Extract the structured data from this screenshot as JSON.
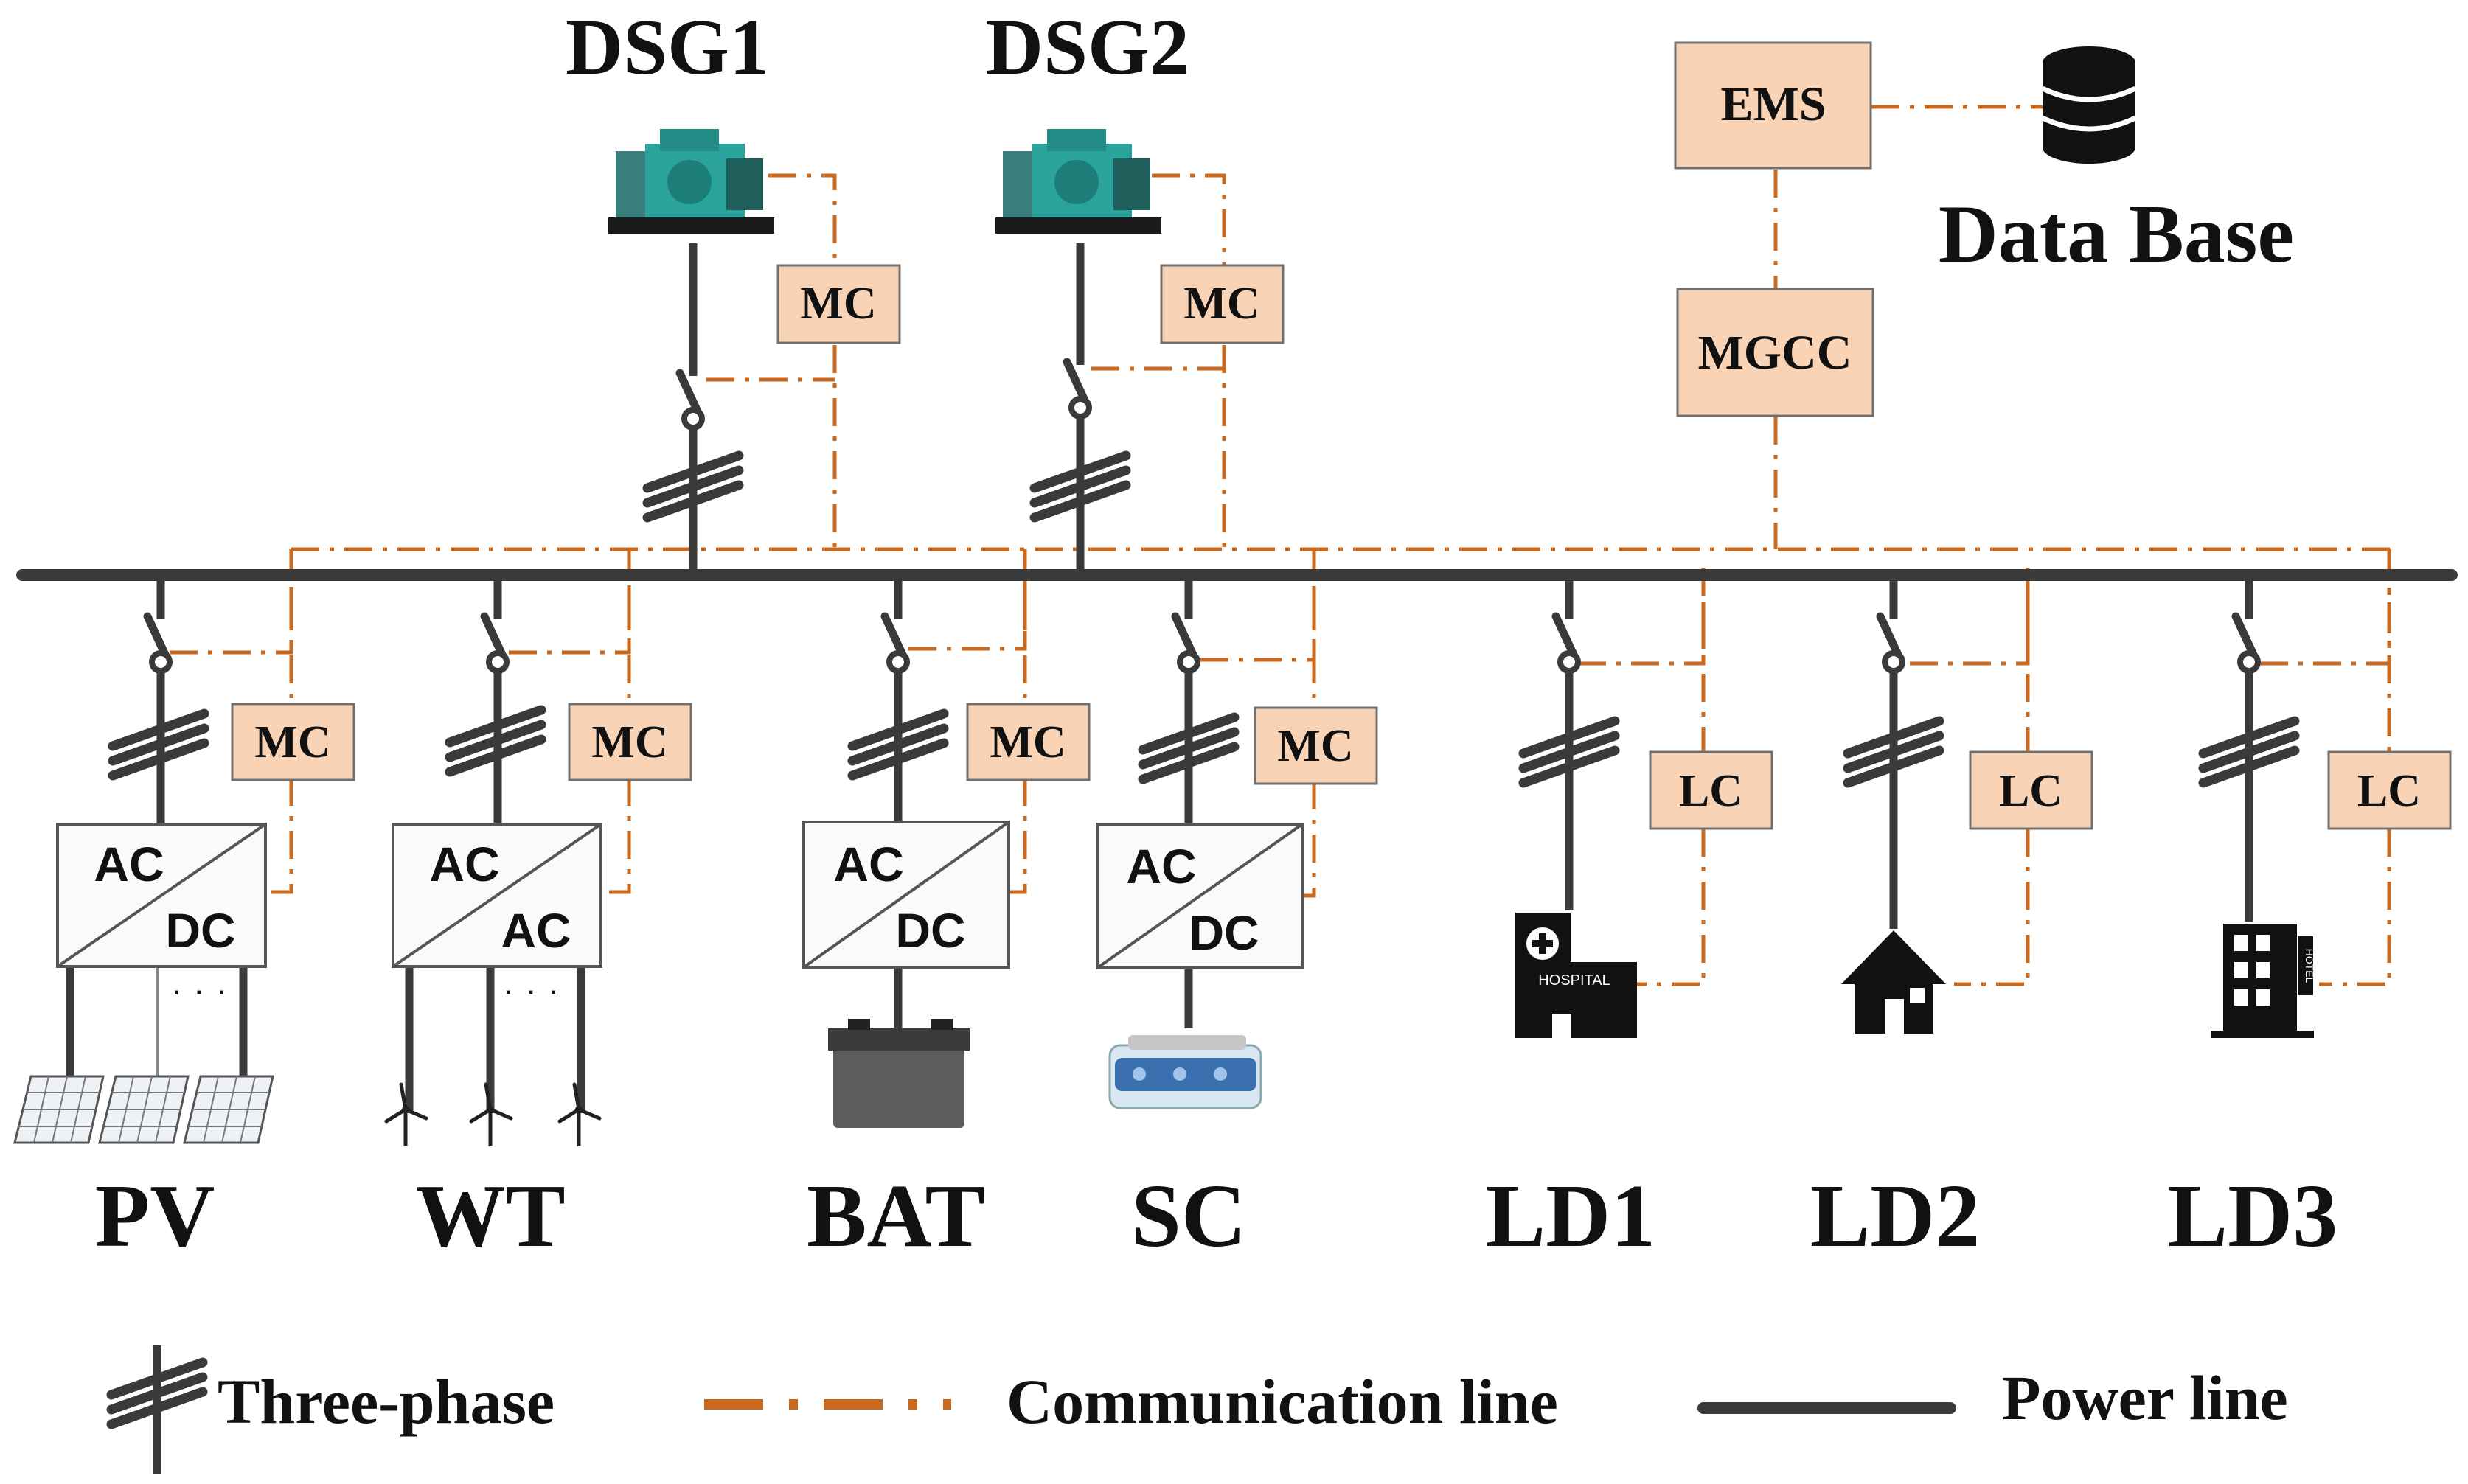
{
  "colors": {
    "power_line": "#3a3a3a",
    "comm_line": "#c9691f",
    "controller_fill": "#f8d3b5",
    "controller_stroke": "#707070"
  },
  "generators": [
    {
      "label": "DSG1",
      "controller": "MC",
      "icon": "diesel-generator-icon"
    },
    {
      "label": "DSG2",
      "controller": "MC",
      "icon": "diesel-generator-icon"
    }
  ],
  "ems": "EMS",
  "database": {
    "label": "Data Base",
    "icon": "database-icon"
  },
  "mgcc": "MGCC",
  "units": [
    {
      "label": "PV",
      "controller": "MC",
      "converter": {
        "top": "AC",
        "bottom": "DC"
      },
      "icon": "solar-panel-icon"
    },
    {
      "label": "WT",
      "controller": "MC",
      "converter": {
        "top": "AC",
        "bottom": "AC"
      },
      "icon": "wind-turbine-icon"
    },
    {
      "label": "BAT",
      "controller": "MC",
      "converter": {
        "top": "AC",
        "bottom": "DC"
      },
      "icon": "battery-icon"
    },
    {
      "label": "SC",
      "controller": "MC",
      "converter": {
        "top": "AC",
        "bottom": "DC"
      },
      "icon": "supercapacitor-icon"
    }
  ],
  "loads": [
    {
      "label": "LD1",
      "controller": "LC",
      "icon": "hospital-icon",
      "sign": "HOSPITAL"
    },
    {
      "label": "LD2",
      "controller": "LC",
      "icon": "house-icon"
    },
    {
      "label": "LD3",
      "controller": "LC",
      "icon": "hotel-icon",
      "sign": "HOTEL"
    }
  ],
  "ellipsis": "· · ·",
  "legend": {
    "three_phase": "Three-phase",
    "communication": "Communication line",
    "power": "Power line"
  }
}
